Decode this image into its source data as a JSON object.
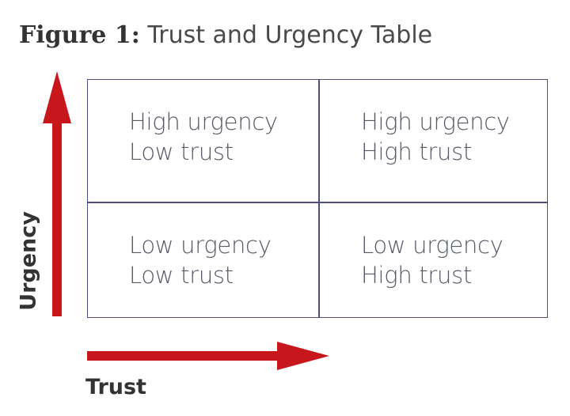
{
  "figure": {
    "label": "Figure 1:",
    "title": "Trust and Urgency Table"
  },
  "axes": {
    "y_label": "Urgency",
    "x_label": "Trust",
    "arrow_color": "#c8161d"
  },
  "quadrants": [
    {
      "position": "top-left",
      "line1": "High urgency",
      "line2": "Low trust"
    },
    {
      "position": "top-right",
      "line1": "High urgency",
      "line2": "High trust"
    },
    {
      "position": "bottom-left",
      "line1": "Low urgency",
      "line2": "Low trust"
    },
    {
      "position": "bottom-right",
      "line1": "Low urgency",
      "line2": "High trust"
    }
  ],
  "colors": {
    "grid_line": "#4a4e78",
    "text": "#555a66"
  }
}
